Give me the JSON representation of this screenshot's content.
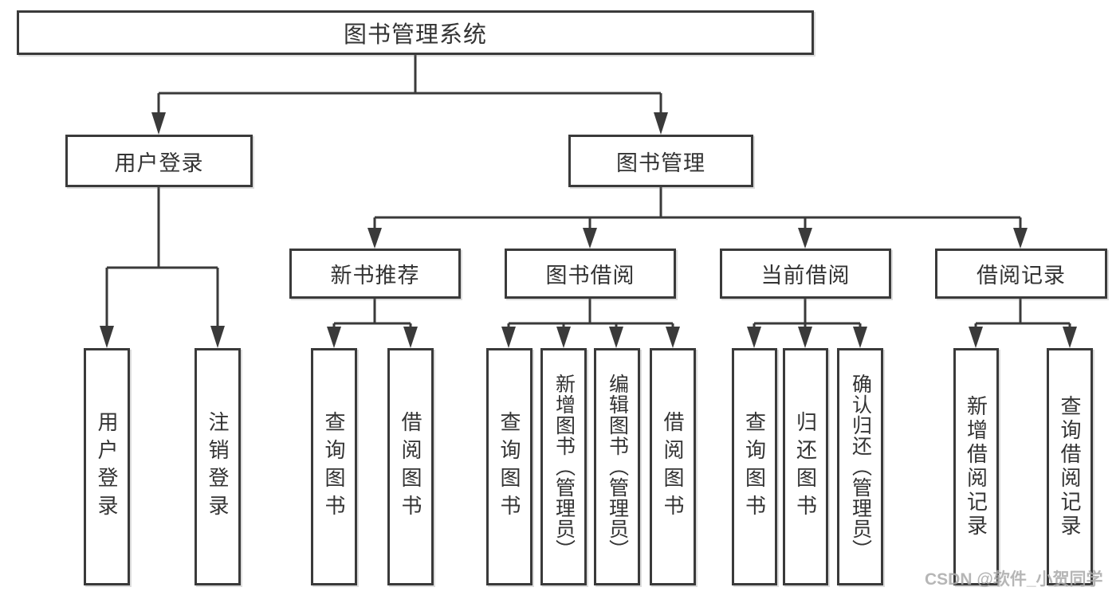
{
  "diagram": {
    "root": {
      "label": "图书管理系统"
    },
    "login": {
      "label": "用户登录",
      "children": [
        {
          "label": "用户登录"
        },
        {
          "label": "注销登录"
        }
      ]
    },
    "management": {
      "label": "图书管理",
      "groups": [
        {
          "label": "新书推荐",
          "children": [
            {
              "label": "查询图书"
            },
            {
              "label": "借阅图书"
            }
          ]
        },
        {
          "label": "图书借阅",
          "children": [
            {
              "label": "查询图书"
            },
            {
              "label": "新增图书（管理员）"
            },
            {
              "label": "编辑图书（管理员）"
            },
            {
              "label": "借阅图书"
            }
          ]
        },
        {
          "label": "当前借阅",
          "children": [
            {
              "label": "查询图书"
            },
            {
              "label": "归还图书"
            },
            {
              "label": "确认归还（管理员）"
            }
          ]
        },
        {
          "label": "借阅记录",
          "children": [
            {
              "label": "新增借阅记录"
            },
            {
              "label": "查询借阅记录"
            }
          ]
        }
      ]
    }
  },
  "watermark": {
    "text": "CSDN @软件_小贺同学"
  },
  "colors": {
    "stroke": "#3a3a3a",
    "text": "#333333",
    "background": "#ffffff",
    "watermark": "#aaaaaa"
  }
}
